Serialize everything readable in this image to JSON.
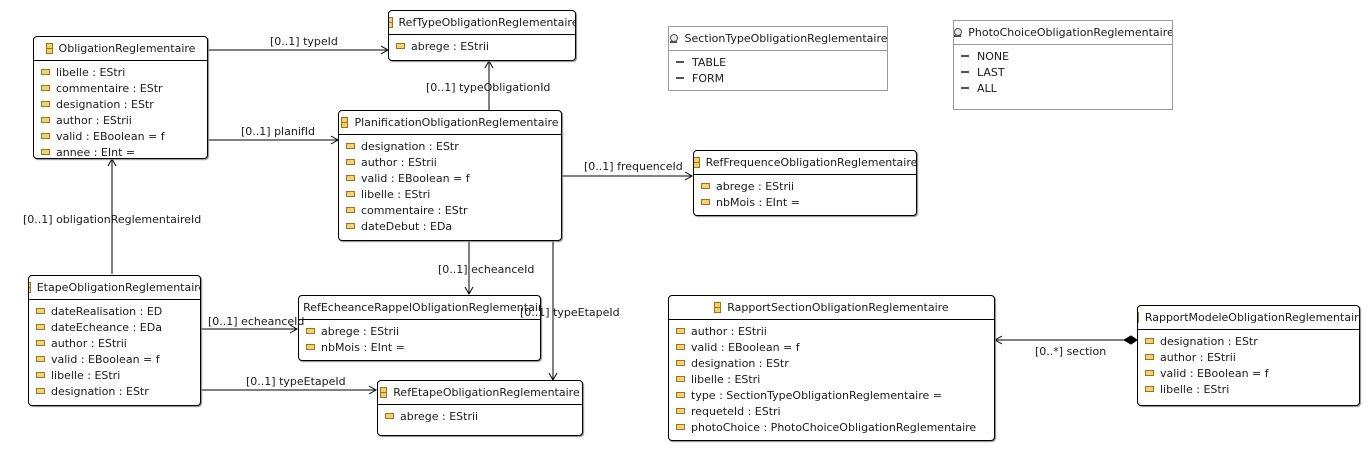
{
  "classes": [
    {
      "name": "ObligationReglementaire",
      "attrs": [
        "libelle : EStri",
        "commentaire : EStr",
        "designation : EStr",
        "author : EStrii",
        "valid : EBoolean = f",
        "annee : EInt ="
      ]
    },
    {
      "name": "RefTypeObligationReglementaire",
      "attrs": [
        "abrege : EStrii"
      ]
    },
    {
      "name": "PlanificationObligationReglementaire",
      "attrs": [
        "designation : EStr",
        "author : EStrii",
        "valid : EBoolean = f",
        "libelle : EStri",
        "commentaire : EStr",
        "dateDebut : EDa"
      ]
    },
    {
      "name": "RefFrequenceObligationReglementaire",
      "attrs": [
        "abrege : EStrii",
        "nbMois : EInt ="
      ]
    },
    {
      "name": "EtapeObligationReglementaire",
      "attrs": [
        "dateRealisation : ED",
        "dateEcheance : EDa",
        "author : EStrii",
        "valid : EBoolean = f",
        "libelle : EStri",
        "designation : EStr"
      ]
    },
    {
      "name": "RefEcheanceRappelObligationReglementaire",
      "attrs": [
        "abrege : EStrii",
        "nbMois : EInt ="
      ]
    },
    {
      "name": "RefEtapeObligationReglementaire",
      "attrs": [
        "abrege : EStrii"
      ]
    },
    {
      "name": "RapportSectionObligationReglementaire",
      "attrs": [
        "author : EStrii",
        "valid : EBoolean = f",
        "designation : EStr",
        "libelle : EStri",
        "type : SectionTypeObligationReglementaire =",
        "requeteId : EStri",
        "photoChoice : PhotoChoiceObligationReglementaire"
      ]
    },
    {
      "name": "RapportModeleObligationReglementaire",
      "attrs": [
        "designation : EStr",
        "author : EStrii",
        "valid : EBoolean = f",
        "libelle : EStri"
      ]
    }
  ],
  "enums": [
    {
      "name": "SectionTypeObligationReglementaire",
      "literals": [
        "TABLE",
        "FORM"
      ]
    },
    {
      "name": "PhotoChoiceObligationReglementaire",
      "literals": [
        "NONE",
        "LAST",
        "ALL"
      ]
    }
  ],
  "references": {
    "typeId": "[0..1] typeId",
    "typeObligationId": "[0..1] typeObligationId",
    "planifId": "[0..1] planifId",
    "frequenceId": "[0..1] frequenceId",
    "obligationReglementaireId": "[0..1] obligationReglementaireId",
    "echeanceId_planif": "[0..1] echeanceId",
    "echeanceId_etape": "[0..1] echeanceId",
    "typeEtapeId_planif": "[0..1] typeEtapeId",
    "typeEtapeId_etape": "[0..1] typeEtapeId",
    "section": "[0..*] section"
  },
  "colors": {
    "class_icon": "#f3cf6a",
    "border": "#000000",
    "enum_border": "#9a9a9a"
  }
}
